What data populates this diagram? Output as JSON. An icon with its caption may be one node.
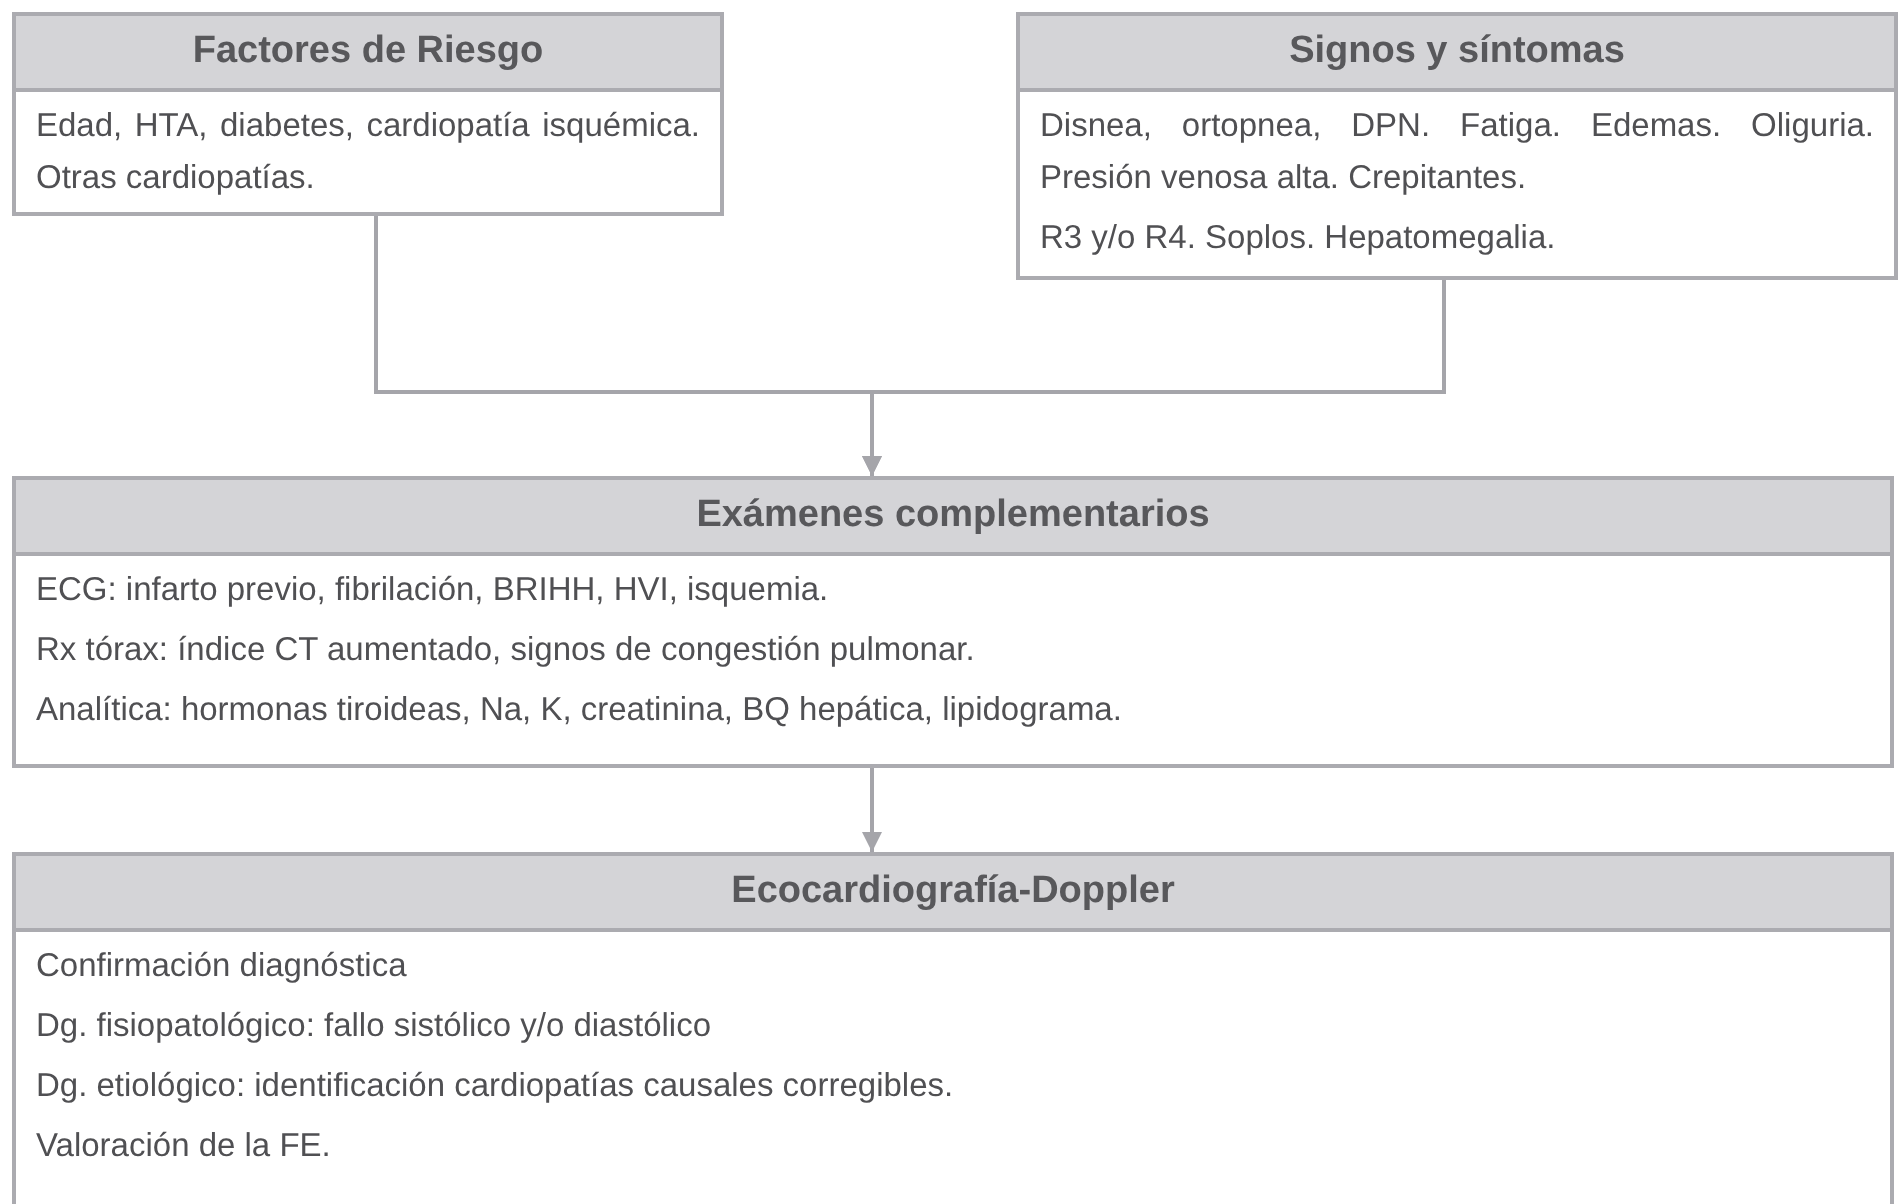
{
  "diagram": {
    "nodes": [
      {
        "text": [
          "Factores de Riesgo",
          "Edad, HTA, diabetes, cardiopatía isquémica. Otras cardiopatías."
        ]
      },
      {
        "text": [
          "Signos y síntomas",
          "Disnea, ortopnea, DPN. Fatiga. Edemas. Oliguria. Presión venosa alta. Crepitantes.",
          "R3 y/o R4. Soplos. Hepatomegalia."
        ]
      },
      {
        "text": [
          "Exámenes complementarios",
          "ECG: infarto previo, fibrilación, BRIHH, HVI, isquemia.",
          "Rx tórax: índice CT aumentado, signos de congestión pulmonar.",
          "Analítica: hormonas tiroideas, Na, K, creatinina, BQ hepática, lipidograma."
        ]
      },
      {
        "text": [
          "Ecocardiografía-Doppler",
          "Confirmación diagnóstica",
          "Dg. fisiopatológico: fallo sistólico y/o diastólico",
          "Dg. etiológico: identificación cardiopatías causales corregibles.",
          "Valoración de la FE."
        ]
      }
    ],
    "edges": [
      {
        "from": 0,
        "to": 2,
        "arrow": "to"
      },
      {
        "from": 1,
        "to": 2,
        "arrow": "to"
      },
      {
        "from": 2,
        "to": 3,
        "arrow": "to"
      }
    ]
  }
}
